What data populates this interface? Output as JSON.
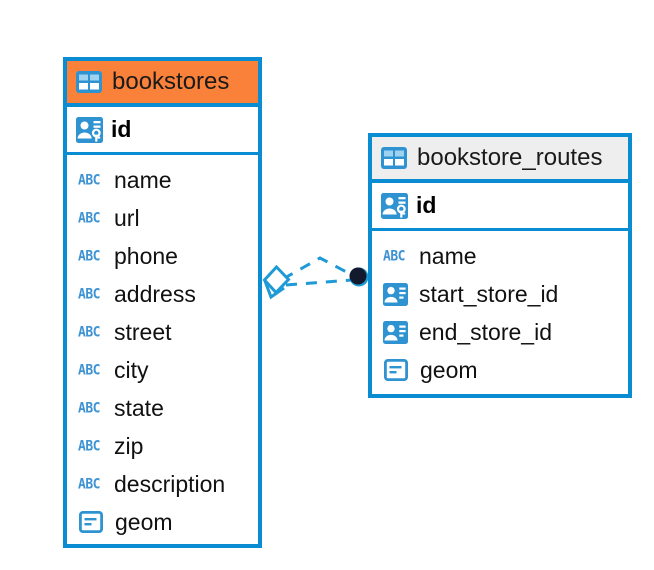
{
  "diagram": {
    "type": "er-diagram",
    "background": "#ffffff",
    "colors": {
      "accent_blue": "#0a8cd2",
      "accent_orange": "#f9813a",
      "header_grey": "#eeeeee",
      "abc_blue": "#3d93d4",
      "endpoint_dot": "#141a2e"
    }
  },
  "entities": [
    {
      "name": "bookstores",
      "title": "bookstores",
      "header_color": "#f9813a",
      "header_icon": "table-icon",
      "primary_key": {
        "label": "id",
        "icon": "primary-key-icon"
      },
      "fields": [
        {
          "label": "name",
          "icon": "abc-text-icon",
          "type": "text"
        },
        {
          "label": "url",
          "icon": "abc-text-icon",
          "type": "text"
        },
        {
          "label": "phone",
          "icon": "abc-text-icon",
          "type": "text"
        },
        {
          "label": "address",
          "icon": "abc-text-icon",
          "type": "text"
        },
        {
          "label": "street",
          "icon": "abc-text-icon",
          "type": "text"
        },
        {
          "label": "city",
          "icon": "abc-text-icon",
          "type": "text"
        },
        {
          "label": "state",
          "icon": "abc-text-icon",
          "type": "text"
        },
        {
          "label": "zip",
          "icon": "abc-text-icon",
          "type": "text"
        },
        {
          "label": "description",
          "icon": "abc-text-icon",
          "type": "text"
        },
        {
          "label": "geom",
          "icon": "geometry-icon",
          "type": "geometry"
        }
      ]
    },
    {
      "name": "bookstore_routes",
      "title": "bookstore_routes",
      "header_color": "#eeeeee",
      "header_icon": "table-icon",
      "primary_key": {
        "label": "id",
        "icon": "primary-key-icon"
      },
      "fields": [
        {
          "label": "name",
          "icon": "abc-text-icon",
          "type": "text"
        },
        {
          "label": "start_store_id",
          "icon": "foreign-key-icon",
          "type": "foreign-key"
        },
        {
          "label": "end_store_id",
          "icon": "foreign-key-icon",
          "type": "foreign-key"
        },
        {
          "label": "geom",
          "icon": "geometry-icon",
          "type": "geometry"
        }
      ]
    }
  ],
  "relationship": {
    "from": "bookstores",
    "to": "bookstore_routes",
    "style": "dashed",
    "source_marker": "diamond-outline",
    "target_marker": "filled-dot",
    "line_color": "#1e9ad6"
  },
  "abc_icon_text": "ABC"
}
